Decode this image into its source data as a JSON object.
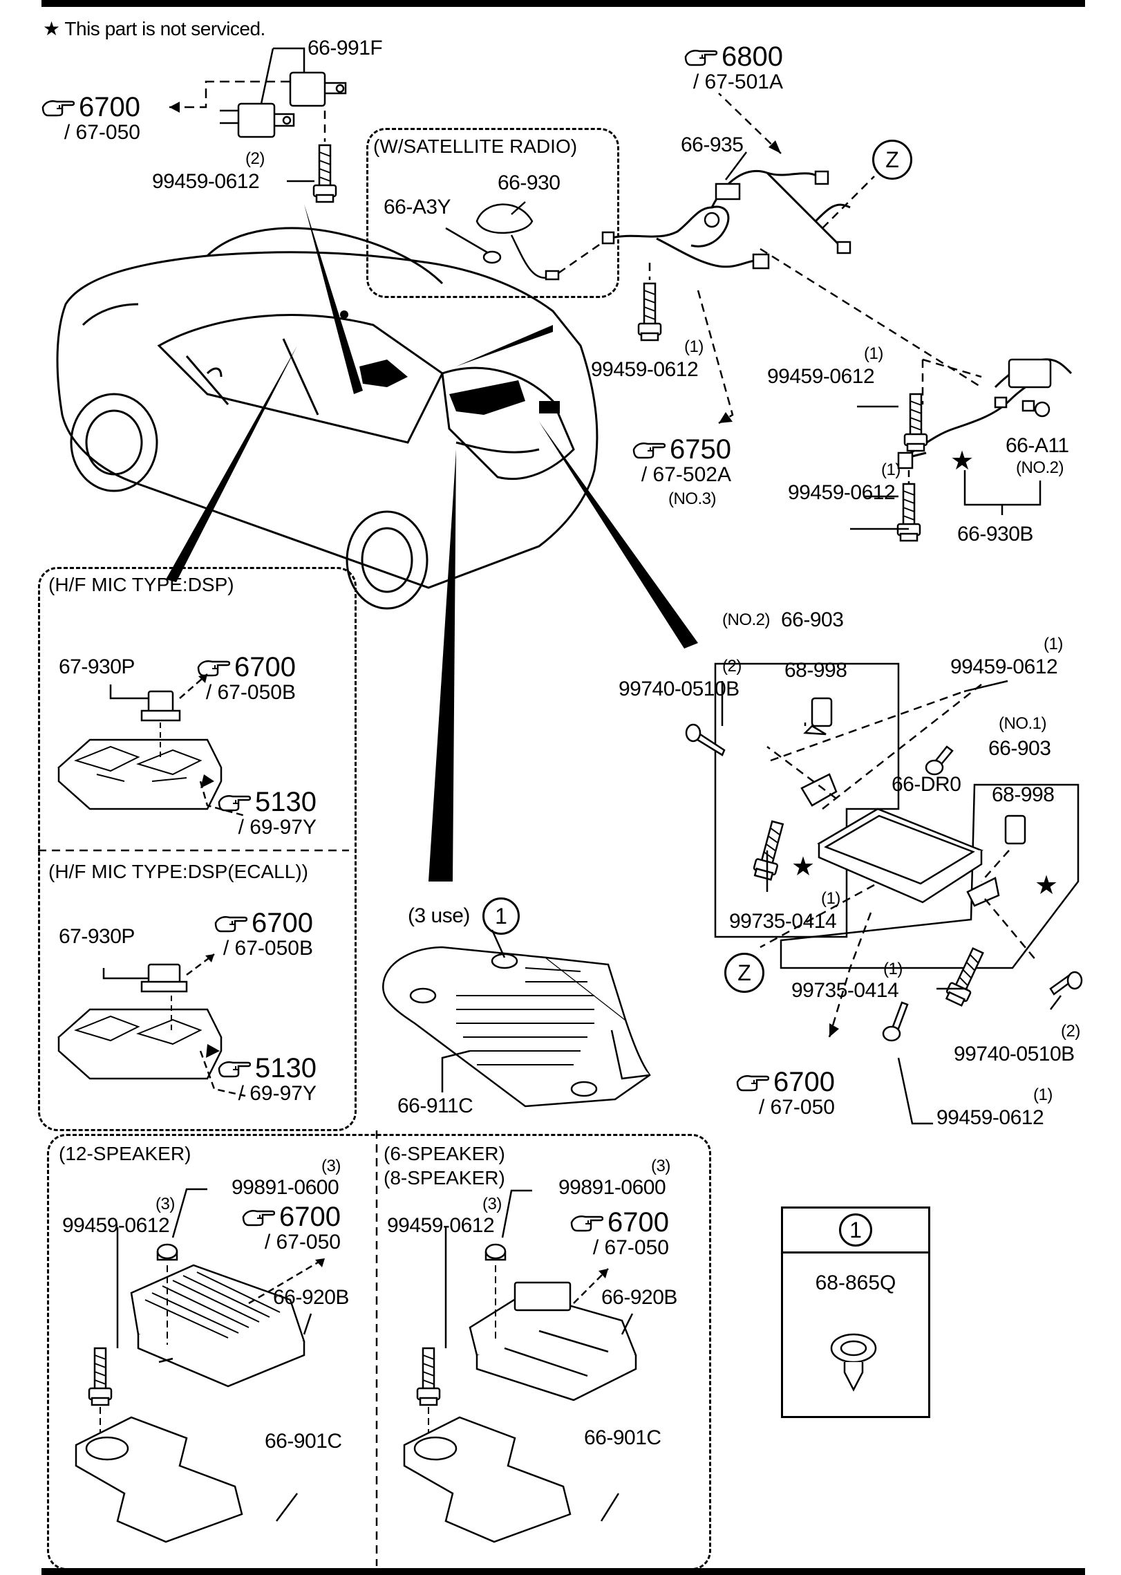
{
  "note": "This part is not serviced.",
  "star_symbol": "★",
  "sections": {
    "satellite": "(W/SATELLITE RADIO)",
    "hf_dsp": "(H/F MIC TYPE:DSP)",
    "hf_dsp_ecall": "(H/F MIC TYPE:DSP(ECALL))",
    "speaker12": "(12-SPEAKER)",
    "speaker6": "(6-SPEAKER)",
    "speaker8": "(8-SPEAKER)"
  },
  "refs": {
    "r6700_top": {
      "num": "6700",
      "sub": "/ 67-050"
    },
    "r6800": {
      "num": "6800",
      "sub": "/ 67-501A"
    },
    "r6750": {
      "num": "6750",
      "sub": "/ 67-502A",
      "note": "(NO.3)"
    },
    "r6700_dsp": {
      "num": "6700",
      "sub": "/ 67-050B"
    },
    "r5130_dsp": {
      "num": "5130",
      "sub": "/ 69-97Y"
    },
    "r6700_ecall": {
      "num": "6700",
      "sub": "/ 67-050B"
    },
    "r5130_ecall": {
      "num": "5130",
      "sub": "/ 69-97Y"
    },
    "r6700_dr0": {
      "num": "6700",
      "sub": "/ 67-050"
    },
    "r6700_spk12": {
      "num": "6700",
      "sub": "/ 67-050"
    },
    "r6700_spk6": {
      "num": "6700",
      "sub": "/ 67-050"
    }
  },
  "labels": {
    "p66_991F": "66-991F",
    "qty2_a": "(2)",
    "b99459_a": "99459-0612",
    "p66_935": "66-935",
    "p66_930": "66-930",
    "p66_A3Y": "66-A3Y",
    "z_top": "Z",
    "qty1_a": "(1)",
    "b99459_b": "99459-0612",
    "qty1_b": "(1)",
    "b99459_c": "99459-0612",
    "p66_A11": "66-A11",
    "no2_a": "(NO.2)",
    "qty1_c": "(1)",
    "b99459_d": "99459-0612",
    "p66_930B": "66-930B",
    "p67_930P_a": "67-930P",
    "p67_930P_b": "67-930P",
    "no2_903": "(NO.2)",
    "p66_903_a": "66-903",
    "p68_998_a": "68-998",
    "qty2_b": "(2)",
    "s99740_a": "99740-0510B",
    "qty1_d": "(1)",
    "b99459_e": "99459-0612",
    "no1_903": "(NO.1)",
    "p66_903_b": "66-903",
    "p66_DR0": "66-DR0",
    "p68_998_b": "68-998",
    "qty1_e": "(1)",
    "s99735_a": "99735-0414",
    "z_bottom": "Z",
    "qty1_f": "(1)",
    "s99735_b": "99735-0414",
    "qty2_c": "(2)",
    "s99740_b": "99740-0510B",
    "qty1_g": "(1)",
    "b99459_f": "99459-0612",
    "use3": "(3 use)",
    "circle1": "1",
    "p66_911C": "66-911C",
    "qty3_a": "(3)",
    "n99891_a": "99891-0600",
    "qty3_b": "(3)",
    "b99459_g": "99459-0612",
    "p66_920B_a": "66-920B",
    "p66_901C_a": "66-901C",
    "qty3_c": "(3)",
    "n99891_b": "99891-0600",
    "qty3_d": "(3)",
    "b99459_h": "99459-0612",
    "p66_920B_b": "66-920B",
    "p66_901C_b": "66-901C"
  },
  "legend": {
    "key": "1",
    "part": "68-865Q"
  },
  "icons": [
    "pointing-hand-icon",
    "star-icon",
    "circle-callout-icon"
  ]
}
